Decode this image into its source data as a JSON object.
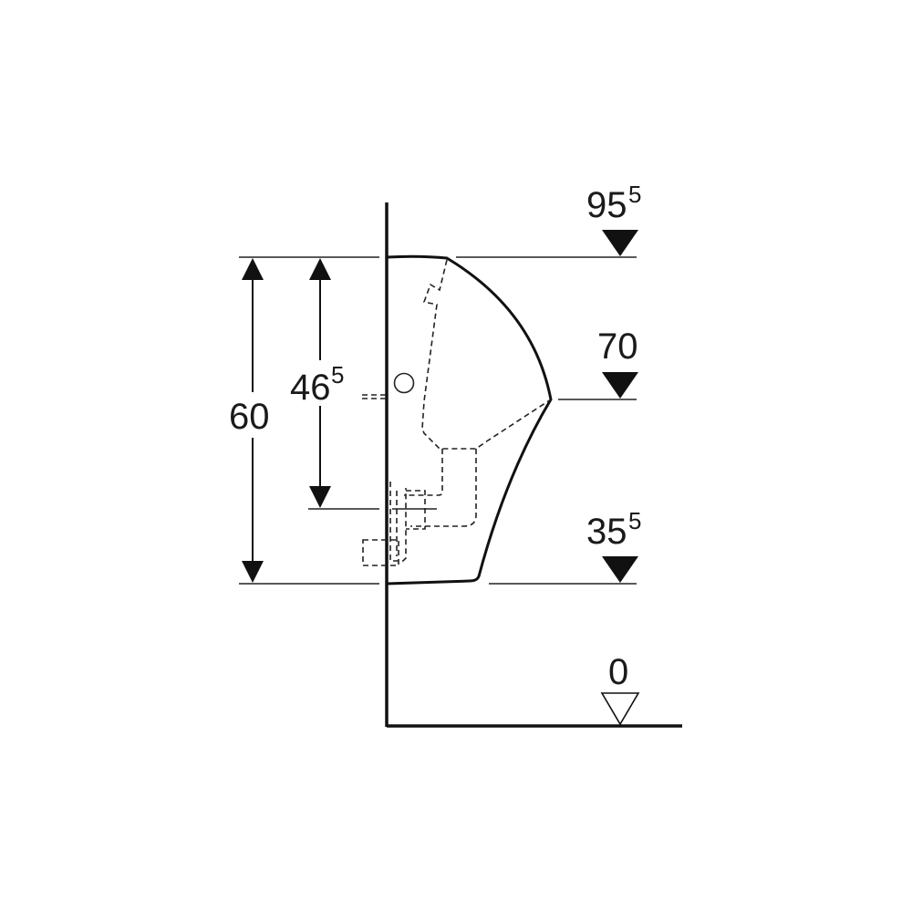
{
  "levels": [
    {
      "main": "95",
      "sup": "5"
    },
    {
      "main": "70",
      "sup": ""
    },
    {
      "main": "35",
      "sup": "5"
    },
    {
      "main": "0",
      "sup": ""
    }
  ],
  "dimensions": {
    "overall_height": {
      "main": "60",
      "sup": ""
    },
    "inlet_height": {
      "main": "46",
      "sup": "5"
    }
  }
}
